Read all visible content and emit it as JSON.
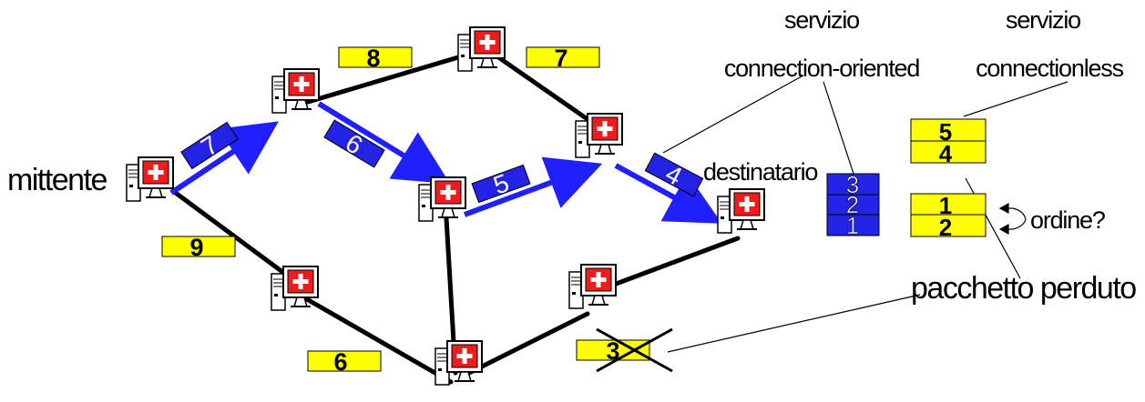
{
  "labels": {
    "sender": "mittente",
    "receiver": "destinatario",
    "service_co_line1": "servizio",
    "service_co_line2": "connection-oriented",
    "service_cl_line1": "servizio",
    "service_cl_line2": "connectionless",
    "order_question": "ordine?",
    "lost_packet": "pacchetto perduto"
  },
  "link_packets": {
    "p8": "8",
    "p7": "7",
    "p9": "9",
    "p6": "6",
    "p3_lost": "3"
  },
  "route_packets": {
    "r7": "7",
    "r6": "6",
    "r5": "5",
    "r4": "4"
  },
  "co_stack": [
    "3",
    "2",
    "1"
  ],
  "cl_stack_top": [
    "5",
    "4"
  ],
  "cl_stack_bottom": [
    "1",
    "2"
  ],
  "colors": {
    "route_blue": "#1f1fff",
    "packet_blue": "#2323e6",
    "packet_yellow": "#ffff00",
    "router_red": "#ee1c1c",
    "link_black": "#000000"
  }
}
